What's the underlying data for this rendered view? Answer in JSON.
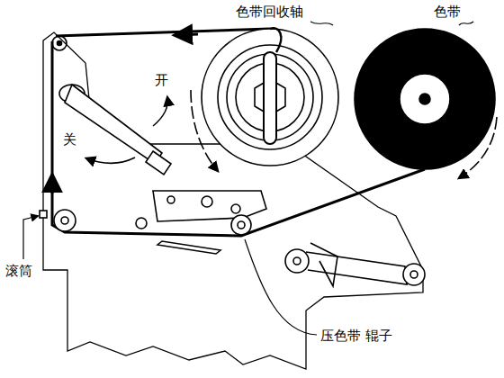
{
  "diagram": {
    "labels": [
      "色带回收轴",
      "色带",
      "开",
      "关",
      "滚筒",
      "压色带 辊子"
    ]
  }
}
